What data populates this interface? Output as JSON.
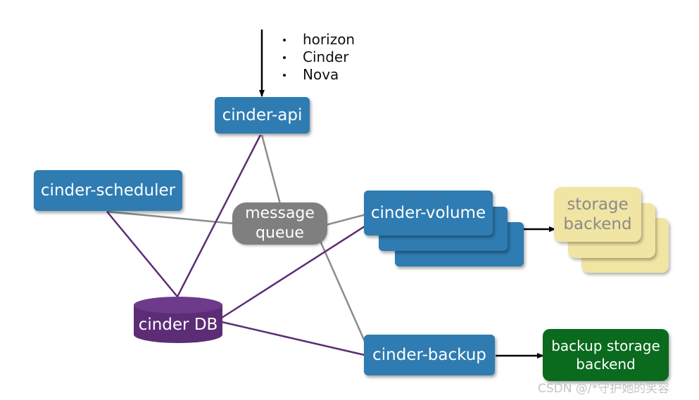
{
  "entry_clients": [
    "horizon",
    "Cinder",
    "Nova"
  ],
  "nodes": {
    "api": "cinder-api",
    "scheduler": "cinder-scheduler",
    "volume": "cinder-volume",
    "backup": "cinder-backup",
    "mq_line1": "message",
    "mq_line2": "queue",
    "db": "cinder DB",
    "storage_line1": "storage",
    "storage_line2": "backend",
    "backup_storage_line1": "backup storage",
    "backup_storage_line2": "backend"
  },
  "colors": {
    "service": "#2e7cb2",
    "message_queue": "#7f7f7f",
    "database": "#5c2d76",
    "storage": "#f1e5a3",
    "backup_storage": "#0a6a1e",
    "mq_link": "#8c8c8c",
    "db_link": "#5c2d76",
    "arrow": "#000000"
  },
  "watermark": "CSDN @/*守护她的笑容"
}
